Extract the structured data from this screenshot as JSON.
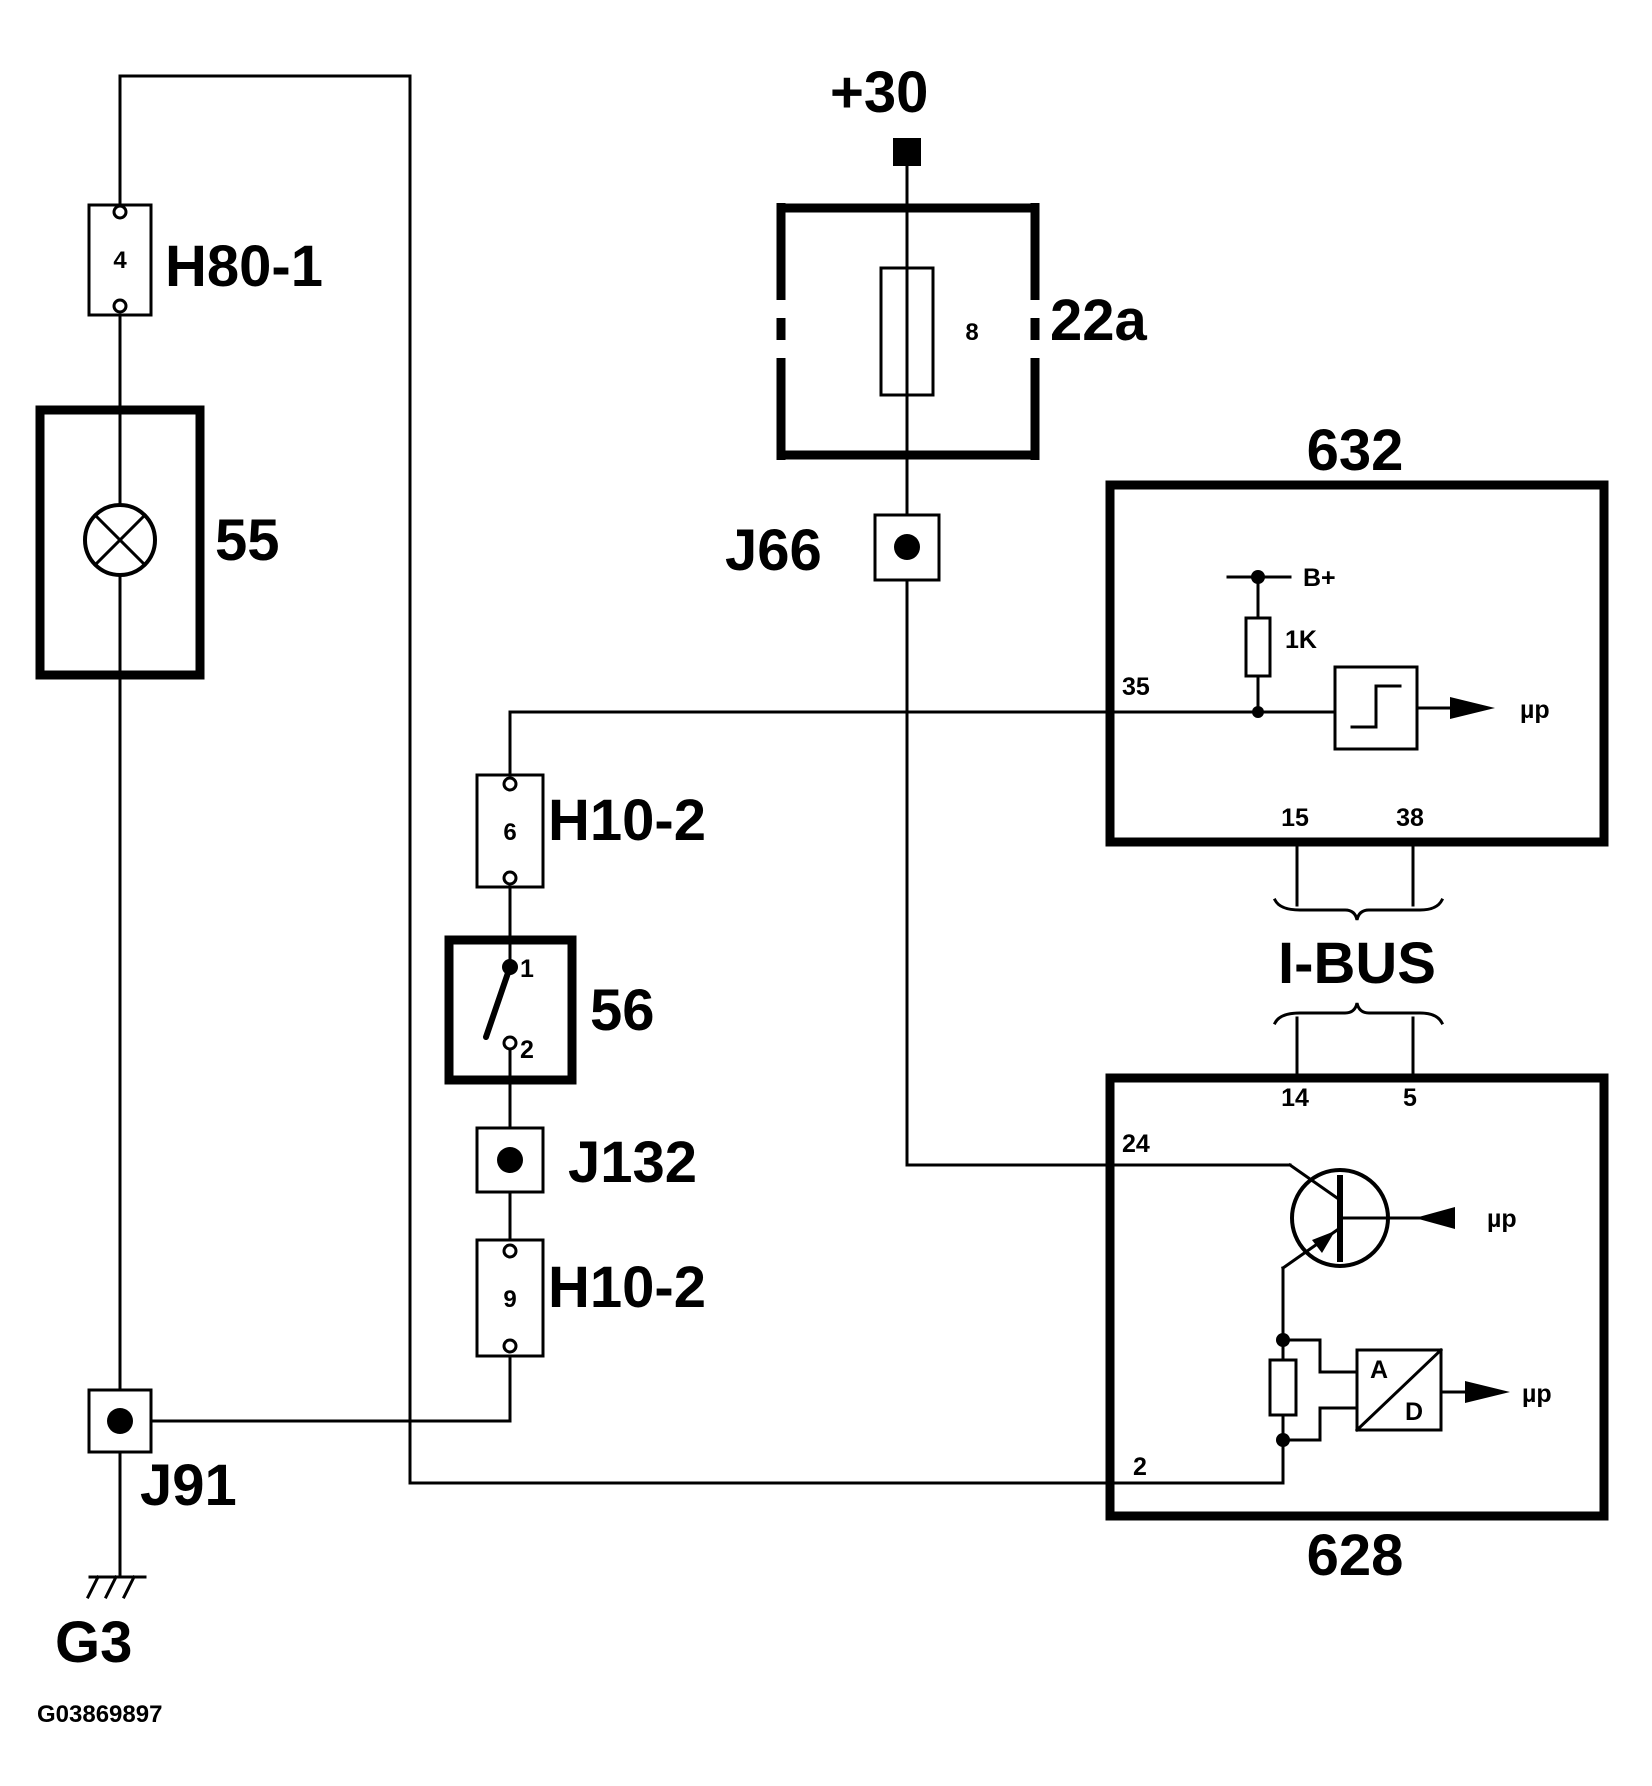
{
  "supply": {
    "label": "+30"
  },
  "fuse": {
    "box_label": "22a",
    "number": "8"
  },
  "connectors": {
    "h80": {
      "label": "H80-1",
      "pin": "4"
    },
    "h10_top": {
      "label": "H10-2",
      "pin": "6"
    },
    "h10_bottom": {
      "label": "H10-2",
      "pin": "9"
    }
  },
  "splices": {
    "j66": "J66",
    "j132": "J132",
    "j91": "J91"
  },
  "ground": {
    "label": "G3"
  },
  "lamp": {
    "label": "55"
  },
  "switch": {
    "label": "56",
    "pin1": "1",
    "pin2": "2"
  },
  "module_632": {
    "label": "632",
    "pin_35": "35",
    "pin_15": "15",
    "pin_38": "38",
    "supply": "B+",
    "resistor": "1K",
    "output": "µp"
  },
  "bus": {
    "label": "I-BUS"
  },
  "module_628": {
    "label": "628",
    "pin_24": "24",
    "pin_2": "2",
    "pin_14": "14",
    "pin_5": "5",
    "transistor_input": "µp",
    "adc_a": "A",
    "adc_d": "D",
    "adc_output": "µp"
  },
  "figure_id": "G03869897"
}
